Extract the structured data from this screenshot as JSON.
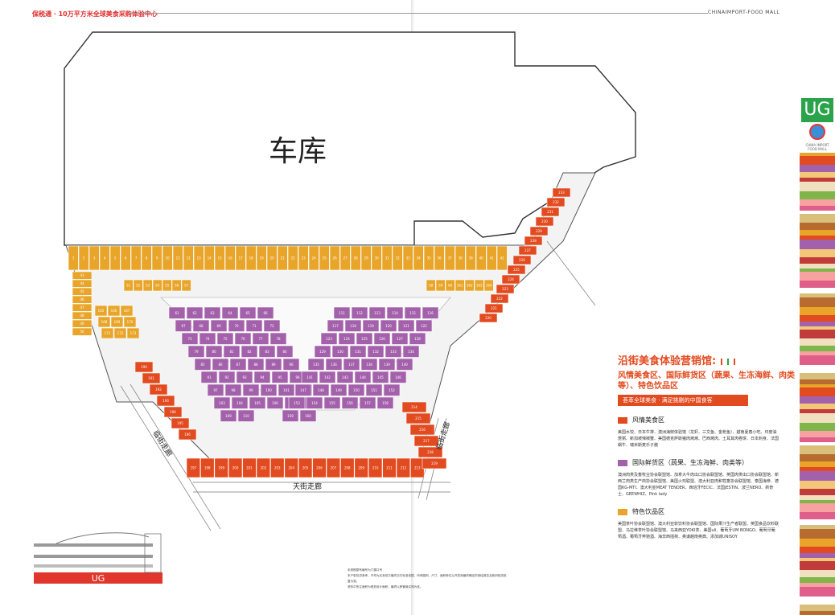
{
  "header": {
    "left_text": "保税通 · 10万平方米全球美食采购体验中心",
    "right_text": "CHINAIMPORT-FOOD MALL"
  },
  "plan": {
    "garage_label": "车库",
    "corridor_left": "临街走廊",
    "corridor_right": "临街走廊",
    "corridor_bottom": "天街走廊",
    "section_badge": "UG",
    "colors": {
      "food": "#e8a52a",
      "fresh": "#a461ab",
      "drink": "#e24a1f"
    }
  },
  "shops_food": [
    "1",
    "2",
    "3",
    "4",
    "5",
    "6",
    "7",
    "8",
    "9",
    "10",
    "11",
    "12",
    "13",
    "14",
    "15",
    "16",
    "17",
    "18",
    "19",
    "20",
    "21",
    "22",
    "23",
    "24",
    "25",
    "26",
    "27",
    "28",
    "29",
    "30",
    "31",
    "32",
    "33",
    "34",
    "35",
    "36",
    "37",
    "38",
    "39",
    "40",
    "41",
    "42",
    "43",
    "44",
    "45",
    "46",
    "47",
    "48",
    "49",
    "50",
    "51",
    "52",
    "53",
    "54",
    "55",
    "56",
    "57",
    "58",
    "59",
    "60",
    "161",
    "162",
    "163",
    "164",
    "165",
    "166",
    "167",
    "168",
    "169",
    "170",
    "171",
    "172",
    "173"
  ],
  "shops_fresh": [
    "61",
    "62",
    "63",
    "64",
    "65",
    "66",
    "67",
    "68",
    "69",
    "70",
    "71",
    "72",
    "73",
    "74",
    "75",
    "76",
    "77",
    "78",
    "79",
    "80",
    "81",
    "82",
    "83",
    "84",
    "85",
    "86",
    "87",
    "88",
    "89",
    "90",
    "91",
    "92",
    "93",
    "94",
    "95",
    "96",
    "97",
    "98",
    "99",
    "100",
    "101",
    "102",
    "103",
    "104",
    "105",
    "106",
    "107",
    "108",
    "109",
    "110",
    "111",
    "112",
    "113",
    "114",
    "115",
    "116",
    "117",
    "118",
    "119",
    "120",
    "121",
    "122",
    "123",
    "124",
    "125",
    "126",
    "127",
    "128",
    "129",
    "130",
    "131",
    "132",
    "133",
    "134",
    "135",
    "136",
    "137",
    "138",
    "139",
    "140",
    "141",
    "142",
    "143",
    "144",
    "145",
    "146",
    "147",
    "148",
    "149",
    "150",
    "151",
    "152",
    "153",
    "154",
    "155",
    "156",
    "157",
    "158",
    "159",
    "160"
  ],
  "shops_drink_top": [
    "220",
    "221",
    "222",
    "223",
    "224",
    "225",
    "226",
    "227",
    "228",
    "229",
    "230",
    "231",
    "232",
    "233"
  ],
  "shops_drink_bottom": [
    "197",
    "198",
    "199",
    "200",
    "201",
    "202",
    "203",
    "204",
    "205",
    "206",
    "207",
    "208",
    "209",
    "210",
    "211",
    "212",
    "213"
  ],
  "shops_drink_sides": [
    "190",
    "191",
    "192",
    "193",
    "194",
    "195",
    "196",
    "214",
    "215",
    "216",
    "217",
    "218",
    "219"
  ],
  "side_logo_text": "CHINA IMPORT FOOD MALL",
  "info": {
    "title": "沿街美食体验营销馆:",
    "subtitle": "风情美食区、国际鲜货区（蔬果、生冻海鲜、肉类等）、特色饮品区",
    "banner": "荟萃全球美食 · 满足挑剔的中国食客",
    "sections": [
      {
        "name": "风情美食区",
        "color": "#e24a1f",
        "body": "美国水饺、日本牛排、澳洲海鲜体验馆（龙虾、三文鱼、金枪鱼）、越南夏春小吃、印度油葱粥、新加坡辣椒蟹、美国德克萨斯猪肉烤烤、巴西烤肉、土耳其肉卷饼、日本刺身、法国蜗牛、瑞米斯麦乐子酱"
      },
      {
        "name": "国际鲜货区（蔬果、生冻海鲜、肉类等）",
        "color": "#a461ab",
        "body": "澳洲肉类及畜牧业协会联盟馆、加拿大牛肉出口协会联盟馆、英国肉类出口协会联盟馆、新西兰肉类生产商协会联盟馆、美国火鸡联盟、澳大利亚肉和牲畜协会联盟馆、泰国海参、德国KG-MTI、澳大利亚MEAT TENDER、西班牙FECIC、法国JESTIN、波兰NERO、新奇士、GEEWHIZ、Pink lady"
      },
      {
        "name": "特色饮品区",
        "color": "#e8a52a",
        "body": "美国茶叶协会联盟馆、澳大利亚软饮料协会联盟馆、国际果汁生产者联盟、英国食品饮料联盟、马拉维茶叶协会联盟馆、马来西亚YOKI茶、美国uli、葡萄牙UM BONGO、葡萄牙葡萄酒、葡萄牙奔驰酒、海非西插荷、奥谦越南奥典、添加城UNISOY"
      }
    ]
  },
  "notes": [
    "未按照原有编号为门楼口号",
    "本户型仅供参考，不作为买卖双方最终交付标准依据，所有图例、尺寸、面积单位以开发商最终确定的测绘报告及政府相关批复为准。",
    "资料中所注面积为规划设计面积，最终以房管局实测为准。"
  ]
}
